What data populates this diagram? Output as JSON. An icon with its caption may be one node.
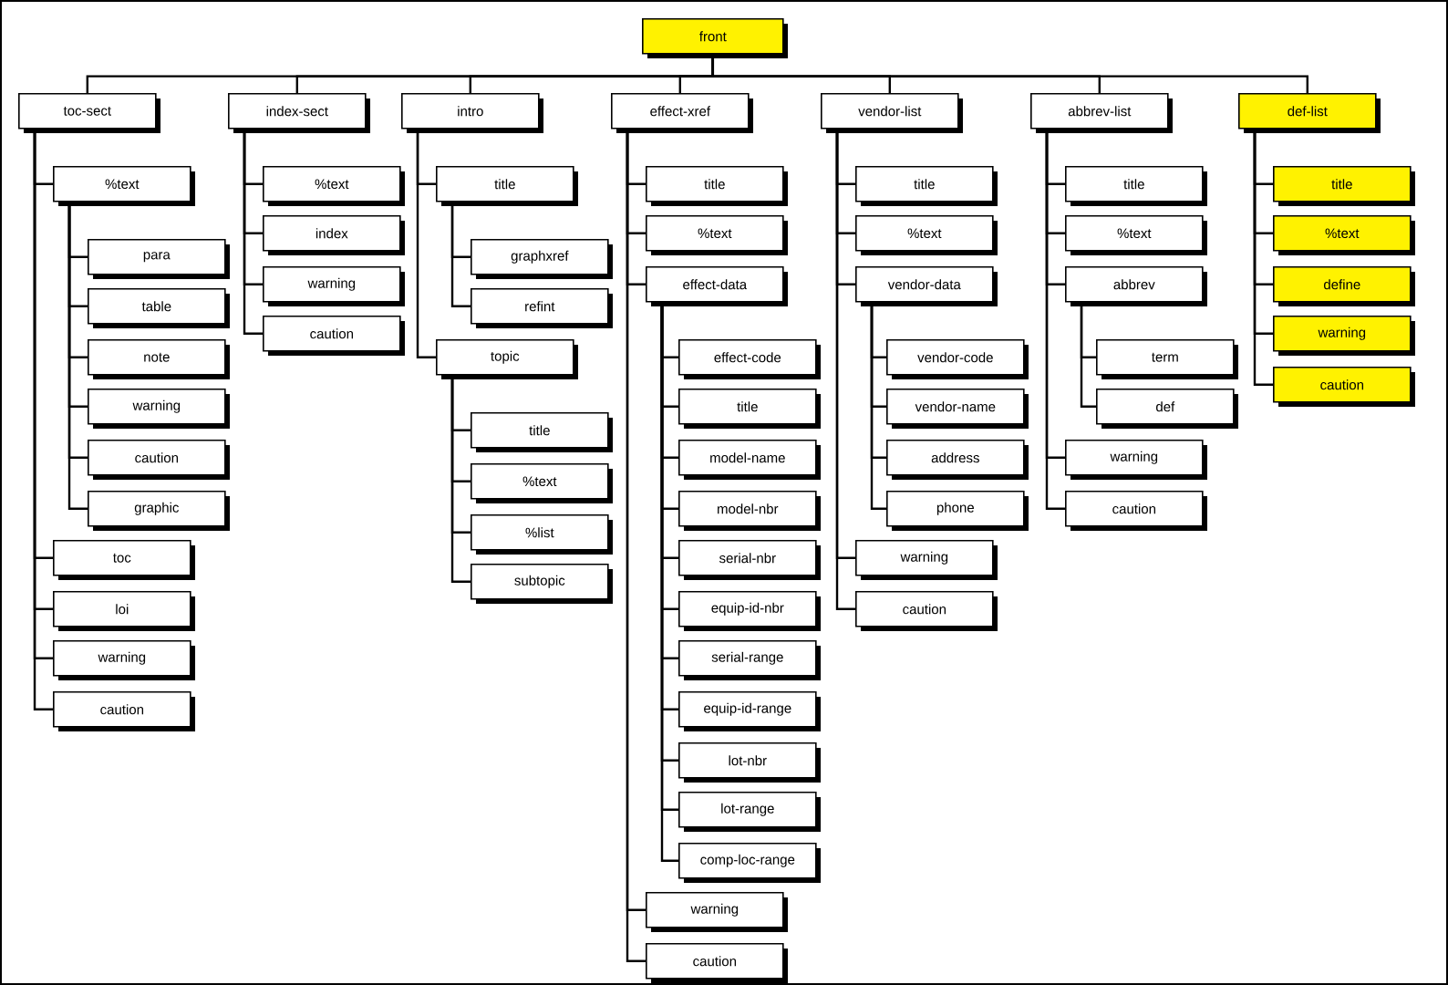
{
  "diagram": {
    "nodes": [
      {
        "text": [
          "front"
        ]
      },
      {
        "text": [
          "toc-sect"
        ]
      },
      {
        "text": [
          "%text"
        ]
      },
      {
        "text": [
          "para"
        ]
      },
      {
        "text": [
          "table"
        ]
      },
      {
        "text": [
          "note"
        ]
      },
      {
        "text": [
          "warning"
        ]
      },
      {
        "text": [
          "caution"
        ]
      },
      {
        "text": [
          "graphic"
        ]
      },
      {
        "text": [
          "toc"
        ]
      },
      {
        "text": [
          "loi"
        ]
      },
      {
        "text": [
          "warning"
        ]
      },
      {
        "text": [
          "caution"
        ]
      },
      {
        "text": [
          "index-sect"
        ]
      },
      {
        "text": [
          "%text"
        ]
      },
      {
        "text": [
          "index"
        ]
      },
      {
        "text": [
          "warning"
        ]
      },
      {
        "text": [
          "caution"
        ]
      },
      {
        "text": [
          "intro"
        ]
      },
      {
        "text": [
          "title"
        ]
      },
      {
        "text": [
          "graphxref"
        ]
      },
      {
        "text": [
          "refint"
        ]
      },
      {
        "text": [
          "topic"
        ]
      },
      {
        "text": [
          "title"
        ]
      },
      {
        "text": [
          "%text"
        ]
      },
      {
        "text": [
          "%list"
        ]
      },
      {
        "text": [
          "subtopic"
        ]
      },
      {
        "text": [
          "effect-xref"
        ]
      },
      {
        "text": [
          "title"
        ]
      },
      {
        "text": [
          "%text"
        ]
      },
      {
        "text": [
          "effect-data"
        ]
      },
      {
        "text": [
          "effect-code"
        ]
      },
      {
        "text": [
          "title"
        ]
      },
      {
        "text": [
          "model-name"
        ]
      },
      {
        "text": [
          "model-nbr"
        ]
      },
      {
        "text": [
          "serial-nbr"
        ]
      },
      {
        "text": [
          "equip-id-nbr"
        ]
      },
      {
        "text": [
          "serial-range"
        ]
      },
      {
        "text": [
          "equip-id-range"
        ]
      },
      {
        "text": [
          "lot-nbr"
        ]
      },
      {
        "text": [
          "lot-range"
        ]
      },
      {
        "text": [
          "comp-loc-range"
        ]
      },
      {
        "text": [
          "warning"
        ]
      },
      {
        "text": [
          "caution"
        ]
      },
      {
        "text": [
          "vendor-list"
        ]
      },
      {
        "text": [
          "title"
        ]
      },
      {
        "text": [
          "%text"
        ]
      },
      {
        "text": [
          "vendor-data"
        ]
      },
      {
        "text": [
          "vendor-code"
        ]
      },
      {
        "text": [
          "vendor-name"
        ]
      },
      {
        "text": [
          "address"
        ]
      },
      {
        "text": [
          "phone"
        ]
      },
      {
        "text": [
          "warning"
        ]
      },
      {
        "text": [
          "caution"
        ]
      },
      {
        "text": [
          "abbrev-list"
        ]
      },
      {
        "text": [
          "title"
        ]
      },
      {
        "text": [
          "%text"
        ]
      },
      {
        "text": [
          "abbrev"
        ]
      },
      {
        "text": [
          "term"
        ]
      },
      {
        "text": [
          "def"
        ]
      },
      {
        "text": [
          "warning"
        ]
      },
      {
        "text": [
          "caution"
        ]
      },
      {
        "text": [
          "def-list"
        ]
      },
      {
        "text": [
          "title"
        ]
      },
      {
        "text": [
          "%text"
        ]
      },
      {
        "text": [
          "define"
        ]
      },
      {
        "text": [
          "warning"
        ]
      },
      {
        "text": [
          "caution"
        ]
      }
    ],
    "edges": [
      {
        "from": 0,
        "to": 1,
        "arrow": "none"
      },
      {
        "from": 0,
        "to": 13,
        "arrow": "none"
      },
      {
        "from": 0,
        "to": 18,
        "arrow": "none"
      },
      {
        "from": 0,
        "to": 27,
        "arrow": "none"
      },
      {
        "from": 0,
        "to": 44,
        "arrow": "none"
      },
      {
        "from": 0,
        "to": 54,
        "arrow": "none"
      },
      {
        "from": 0,
        "to": 62,
        "arrow": "none"
      },
      {
        "from": 1,
        "to": 2,
        "arrow": "none"
      },
      {
        "from": 2,
        "to": 3,
        "arrow": "none"
      },
      {
        "from": 2,
        "to": 4,
        "arrow": "none"
      },
      {
        "from": 2,
        "to": 5,
        "arrow": "none"
      },
      {
        "from": 2,
        "to": 6,
        "arrow": "none"
      },
      {
        "from": 2,
        "to": 7,
        "arrow": "none"
      },
      {
        "from": 2,
        "to": 8,
        "arrow": "none"
      },
      {
        "from": 1,
        "to": 9,
        "arrow": "none"
      },
      {
        "from": 1,
        "to": 10,
        "arrow": "none"
      },
      {
        "from": 1,
        "to": 11,
        "arrow": "none"
      },
      {
        "from": 1,
        "to": 12,
        "arrow": "none"
      },
      {
        "from": 13,
        "to": 14,
        "arrow": "none"
      },
      {
        "from": 13,
        "to": 15,
        "arrow": "none"
      },
      {
        "from": 13,
        "to": 16,
        "arrow": "none"
      },
      {
        "from": 13,
        "to": 17,
        "arrow": "none"
      },
      {
        "from": 18,
        "to": 19,
        "arrow": "none"
      },
      {
        "from": 19,
        "to": 20,
        "arrow": "none"
      },
      {
        "from": 19,
        "to": 21,
        "arrow": "none"
      },
      {
        "from": 18,
        "to": 22,
        "arrow": "none"
      },
      {
        "from": 22,
        "to": 23,
        "arrow": "none"
      },
      {
        "from": 22,
        "to": 24,
        "arrow": "none"
      },
      {
        "from": 22,
        "to": 25,
        "arrow": "none"
      },
      {
        "from": 22,
        "to": 26,
        "arrow": "none"
      },
      {
        "from": 27,
        "to": 28,
        "arrow": "none"
      },
      {
        "from": 27,
        "to": 29,
        "arrow": "none"
      },
      {
        "from": 27,
        "to": 30,
        "arrow": "none"
      },
      {
        "from": 30,
        "to": 31,
        "arrow": "none"
      },
      {
        "from": 30,
        "to": 32,
        "arrow": "none"
      },
      {
        "from": 30,
        "to": 33,
        "arrow": "none"
      },
      {
        "from": 30,
        "to": 34,
        "arrow": "none"
      },
      {
        "from": 30,
        "to": 35,
        "arrow": "none"
      },
      {
        "from": 30,
        "to": 36,
        "arrow": "none"
      },
      {
        "from": 30,
        "to": 37,
        "arrow": "none"
      },
      {
        "from": 30,
        "to": 38,
        "arrow": "none"
      },
      {
        "from": 30,
        "to": 39,
        "arrow": "none"
      },
      {
        "from": 30,
        "to": 40,
        "arrow": "none"
      },
      {
        "from": 30,
        "to": 41,
        "arrow": "none"
      },
      {
        "from": 27,
        "to": 42,
        "arrow": "none"
      },
      {
        "from": 27,
        "to": 43,
        "arrow": "none"
      },
      {
        "from": 44,
        "to": 45,
        "arrow": "none"
      },
      {
        "from": 44,
        "to": 46,
        "arrow": "none"
      },
      {
        "from": 44,
        "to": 47,
        "arrow": "none"
      },
      {
        "from": 47,
        "to": 48,
        "arrow": "none"
      },
      {
        "from": 47,
        "to": 49,
        "arrow": "none"
      },
      {
        "from": 47,
        "to": 50,
        "arrow": "none"
      },
      {
        "from": 47,
        "to": 51,
        "arrow": "none"
      },
      {
        "from": 44,
        "to": 52,
        "arrow": "none"
      },
      {
        "from": 44,
        "to": 53,
        "arrow": "none"
      },
      {
        "from": 54,
        "to": 55,
        "arrow": "none"
      },
      {
        "from": 54,
        "to": 56,
        "arrow": "none"
      },
      {
        "from": 54,
        "to": 57,
        "arrow": "none"
      },
      {
        "from": 57,
        "to": 58,
        "arrow": "none"
      },
      {
        "from": 57,
        "to": 59,
        "arrow": "none"
      },
      {
        "from": 54,
        "to": 60,
        "arrow": "none"
      },
      {
        "from": 54,
        "to": 61,
        "arrow": "none"
      },
      {
        "from": 62,
        "to": 63,
        "arrow": "none"
      },
      {
        "from": 62,
        "to": 64,
        "arrow": "none"
      },
      {
        "from": 62,
        "to": 65,
        "arrow": "none"
      },
      {
        "from": 62,
        "to": 66,
        "arrow": "none"
      },
      {
        "from": 62,
        "to": 67,
        "arrow": "none"
      }
    ]
  }
}
